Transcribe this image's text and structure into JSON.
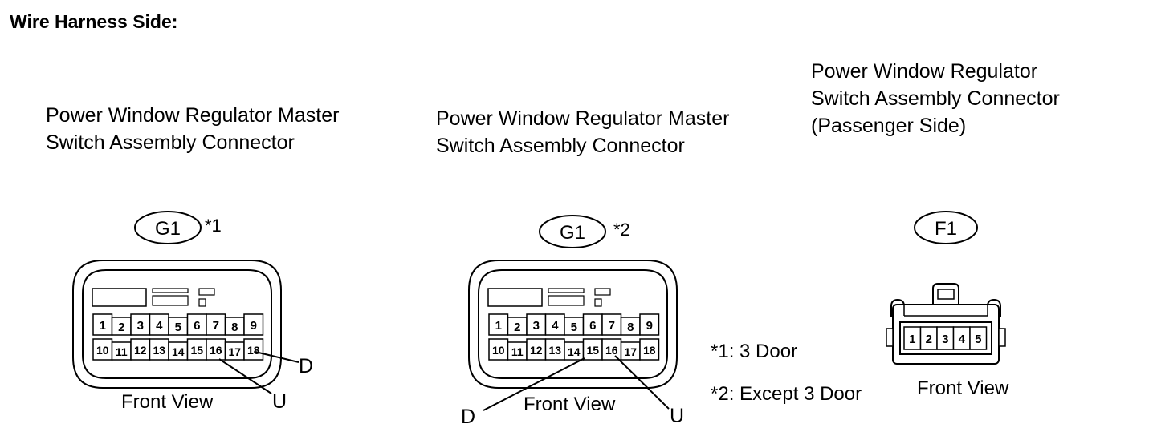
{
  "heading": "Wire Harness Side:",
  "connector_a": {
    "title_line1": "Power Window Regulator Master",
    "title_line2": "Switch Assembly Connector",
    "code": "G1",
    "footnote_ref": "*1",
    "view_label": "Front View",
    "lead_d": "D",
    "lead_u": "U",
    "pins_top": [
      "1",
      "2",
      "3",
      "4",
      "5",
      "6",
      "7",
      "8",
      "9"
    ],
    "pins_bottom": [
      "10",
      "11",
      "12",
      "13",
      "14",
      "15",
      "16",
      "17",
      "18"
    ]
  },
  "connector_b": {
    "title_line1": "Power Window Regulator Master",
    "title_line2": "Switch Assembly Connector",
    "code": "G1",
    "footnote_ref": "*2",
    "view_label": "Front View",
    "lead_d": "D",
    "lead_u": "U",
    "pins_top": [
      "1",
      "2",
      "3",
      "4",
      "5",
      "6",
      "7",
      "8",
      "9"
    ],
    "pins_bottom": [
      "10",
      "11",
      "12",
      "13",
      "14",
      "15",
      "16",
      "17",
      "18"
    ]
  },
  "connector_c": {
    "title_line1": "Power Window Regulator",
    "title_line2": "Switch Assembly Connector",
    "title_line3": "(Passenger Side)",
    "code": "F1",
    "view_label": "Front View",
    "pins": [
      "1",
      "2",
      "3",
      "4",
      "5"
    ]
  },
  "notes": {
    "note1": "*1: 3 Door",
    "note2": "*2: Except 3 Door"
  }
}
